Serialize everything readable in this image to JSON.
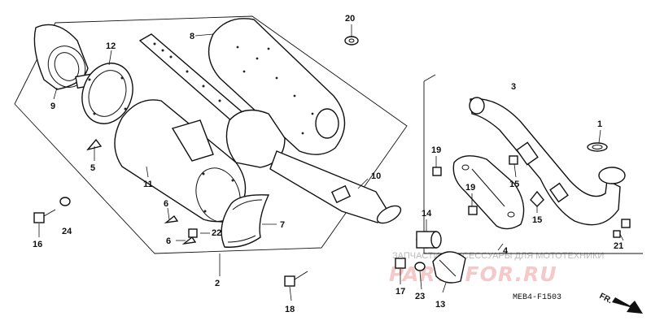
{
  "labels": {
    "p1": "1",
    "p2": "2",
    "p3": "3",
    "p4": "4",
    "p5": "5",
    "p6a": "6",
    "p6b": "6",
    "p7": "7",
    "p8": "8",
    "p9": "9",
    "p10": "10",
    "p11": "11",
    "p12": "12",
    "p13": "13",
    "p14": "14",
    "p15a": "15",
    "p15b": "15",
    "p16": "16",
    "p17": "17",
    "p18": "18",
    "p19a": "19",
    "p19b": "19",
    "p20": "20",
    "p21": "21",
    "p22": "22",
    "p23": "23",
    "p24": "24"
  },
  "diagram_code": "MEB4-F1503",
  "direction_label": "FR.",
  "watermark": {
    "caption": "ЗАПЧАСТИ И АКСЕССУАРЫ ДЛЯ МОТОТЕХНИКИ",
    "logo": "PARTSFOR.RU"
  }
}
